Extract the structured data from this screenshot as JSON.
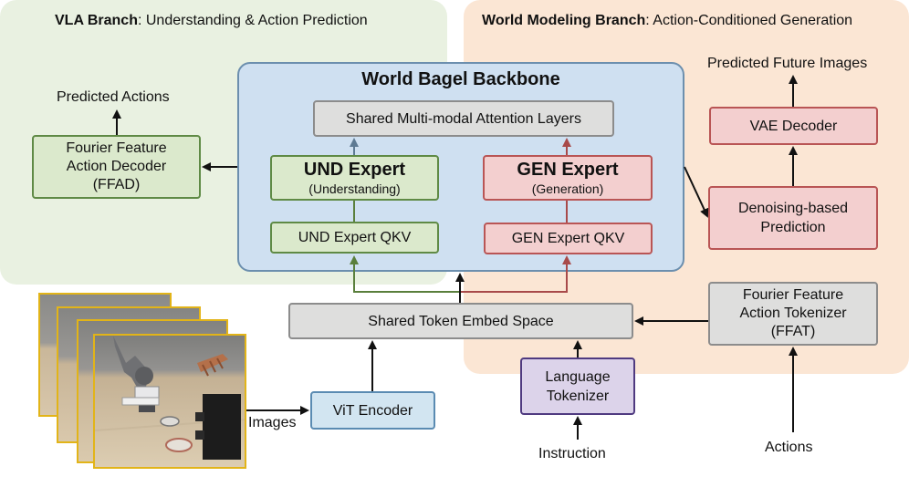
{
  "vla_branch": {
    "title_bold": "VLA Branch",
    "title_rest": ": Understanding & Action Prediction"
  },
  "world_branch": {
    "title_bold": "World Modeling Branch",
    "title_rest": ": Action-Conditioned Generation"
  },
  "backbone": {
    "title": "World Bagel Backbone"
  },
  "shared_attention": "Shared Multi-modal Attention Layers",
  "und_expert": {
    "title": "UND Expert",
    "subtitle": "(Understanding)"
  },
  "gen_expert": {
    "title": "GEN Expert",
    "subtitle": "(Generation)"
  },
  "und_qkv": "UND Expert QKV",
  "gen_qkv": "GEN Expert QKV",
  "ffad": {
    "line1": "Fourier Feature",
    "line2": "Action Decoder",
    "line3": "(FFAD)"
  },
  "predicted_actions": "Predicted Actions",
  "vae_decoder": "VAE Decoder",
  "predicted_future_images": "Predicted Future Images",
  "denoising": {
    "line1": "Denoising-based",
    "line2": "Prediction"
  },
  "ffat": {
    "line1": "Fourier Feature",
    "line2": "Action Tokenizer",
    "line3": "(FFAT)"
  },
  "shared_token_embed": "Shared Token Embed Space",
  "vit_encoder": "ViT Encoder",
  "images_label": "Images",
  "language_tokenizer": {
    "line1": "Language",
    "line2": "Tokenizer"
  },
  "instruction_label": "Instruction",
  "actions_label": "Actions",
  "colors": {
    "vla_panel": "#e9f1e1",
    "world_panel": "#fbe6d4",
    "backbone": "#cfe0f1",
    "und_arrow": "#5a7f3c",
    "gen_arrow": "#a84a4a",
    "frame_border": "#e2b418"
  }
}
